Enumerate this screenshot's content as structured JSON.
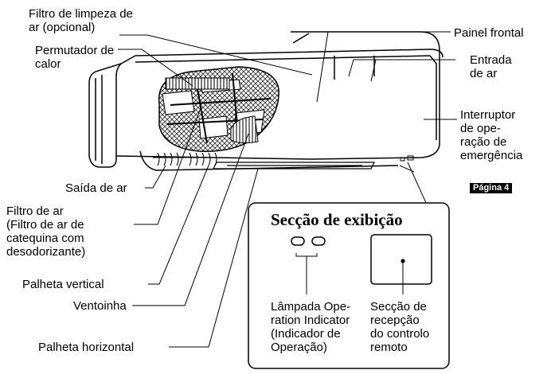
{
  "labels": {
    "filtro_limpeza": [
      "Filtro de limpeza de",
      "ar (opcional)"
    ],
    "permutador": [
      "Permutador de",
      "calor"
    ],
    "painel_frontal": [
      "Painel frontal"
    ],
    "entrada_ar": [
      "Entrada",
      "de ar"
    ],
    "interruptor": [
      "Interruptor",
      "de ope-",
      "ração de",
      "emergência"
    ],
    "pagina": "Página 4",
    "saida_ar": [
      "Saída de ar"
    ],
    "filtro_ar": [
      "Filtro de ar",
      "(Filtro de ar de",
      "catequina com",
      "desodorizante)"
    ],
    "palheta_vertical": [
      "Palheta vertical"
    ],
    "ventoinha": [
      "Ventoinha"
    ],
    "palheta_horizontal": [
      "Palheta horizontal"
    ]
  },
  "display_section": {
    "title": "Secção de exibição",
    "lamp": [
      "Lâmpada Ope-",
      "ration Indicator",
      "(Indicador de",
      "Operação)"
    ],
    "receiver": [
      "Secção de",
      "recepção",
      "do controlo",
      "remoto"
    ]
  }
}
